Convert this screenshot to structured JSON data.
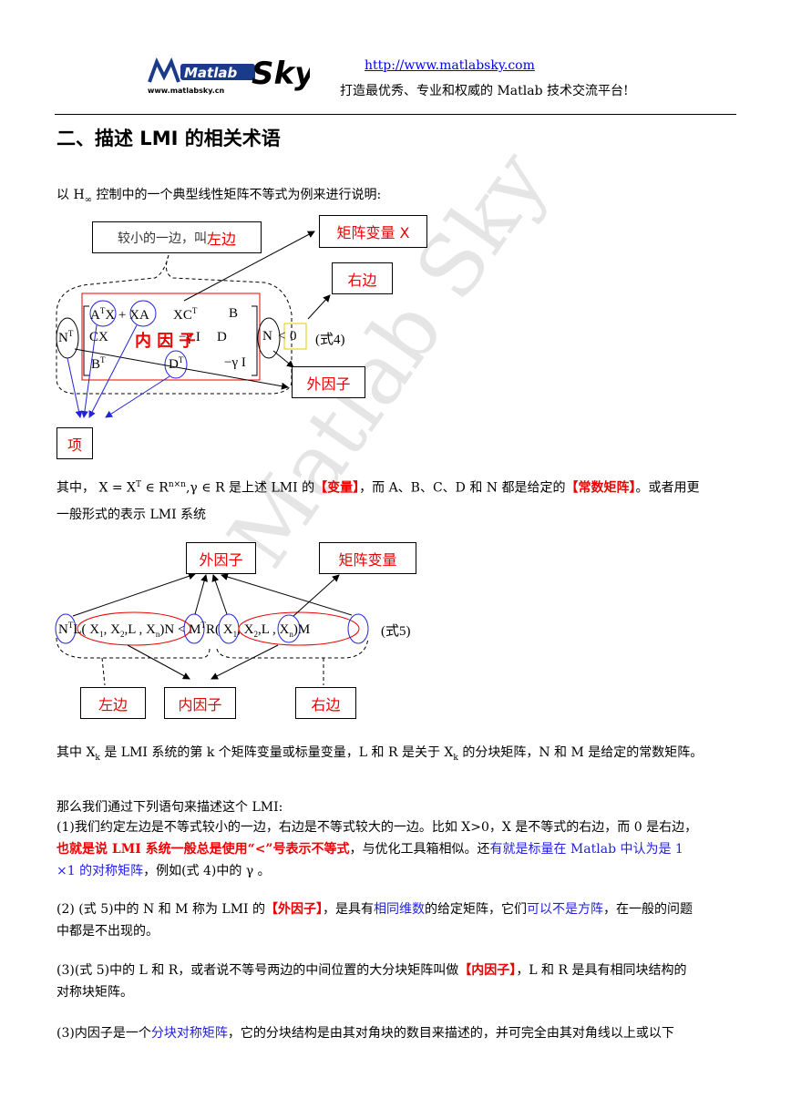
{
  "header": {
    "logo_text": "Matlab Sky",
    "logo_url_text": "www.matlabsky.cn",
    "url": "http://www.matlabsky.com",
    "slogan": "打造最优秀、专业和权威的 Matlab 技术交流平台!"
  },
  "section_title": "二、描述 LMI 的相关术语",
  "intro": {
    "pre": "以 H",
    "sub": "∞",
    "post": " 控制中的一个典型线性矩阵不等式为例来进行说明:"
  },
  "diagram1": {
    "box_left_prefix": "较小的一边，叫",
    "box_left_highlight": "左边",
    "box_matrix_var": "矩阵变量 X",
    "box_right": "右边",
    "box_outer_factor": "外因子",
    "box_term": "项",
    "inner_factor_label": "内 因 子",
    "eq_label": "(式4)",
    "cells": {
      "r1c1": "A",
      "r1c1_sup": "T",
      "r1c1b": "X + XA",
      "r1c2": "XC",
      "r1c2_sup": "T",
      "r1c3": "B",
      "r2c1": "CX",
      "r2c2": "−γ I",
      "r2c3": "D",
      "r3c1": "B",
      "r3c1_sup": "T",
      "r3c2": "D",
      "r3c2_sup": "T",
      "r3c3": "−γ I",
      "left_n": "N",
      "left_n_sup": "T",
      "right_n": "N",
      "lt": "<",
      "zero": "0"
    }
  },
  "para1": {
    "pre": "其中， X = X",
    "sup1": "T",
    "mid1": " ∈ R",
    "sup2": "n×n",
    "mid2": ",γ ∈ R 是上述 LMI 的",
    "h1": "【变量】",
    "mid3": "，而 A、B、C、D 和 N 都是给定的",
    "h2": "【常数矩阵】",
    "post": "。或者用更",
    "line2": "一般形式的表示 LMI 系统"
  },
  "diagram2": {
    "box_outer_factor": "外因子",
    "box_matrix_var": "矩阵变量",
    "box_left": "左边",
    "box_inner_factor": "内因子",
    "box_right": "右边",
    "expr_left": "N",
    "expr_left_sup": "T",
    "expr_l": "L( X",
    "expr_l_rest": ", X",
    "expr_l_dots": ",L  , X",
    "expr_mid": ")N < M",
    "expr_mid_sup": "T",
    "expr_r": "R( X",
    "expr_r_rest": ", X",
    "expr_r_dots": ",L  , X",
    "expr_end": ")M",
    "sub1": "1",
    "sub2": "2",
    "subn": "n",
    "eq_label": "(式5)"
  },
  "para2": {
    "pre": "其中 X",
    "sub1": "k",
    "mid": " 是 LMI 系统的第 k 个矩阵变量或标量变量，L 和 R 是关于 X",
    "sub2": "k",
    "post": " 的分块矩阵，N 和 M 是给定的常数矩阵。"
  },
  "para3": {
    "line1": "那么我们通过下列语句来描述这个 LMI:",
    "l2a": "(1)我们约定左边是不等式较小的一边，右边是不等式较大的一边。比如 X>0，X 是不等式的右边，而 0 是右边，",
    "l3_red": "也就是说 LMI 系统一般总是使用“<”号表示不等式",
    "l3_mid": "，与优化工具箱相似。还",
    "l3_blue": "有就是标量在 Matlab 中认为是 1",
    "l4_blue": "×1 的对称矩阵",
    "l4_post": "，例如(式 4)中的 γ 。"
  },
  "para4": {
    "pre": "(2) (式 5)中的 N 和 M 称为 LMI 的",
    "h": "【外因子】",
    "mid1": "，是具有",
    "b1": "相同维数",
    "mid2": "的给定矩阵，它们",
    "b2": "可以不是方阵",
    "post": "，在一般的问题",
    "line2": "中都是不出现的。"
  },
  "para5": {
    "pre": "(3)(式 5)中的 L 和 R，或者说不等号两边的中间位置的大分块矩阵叫做",
    "h": "【内因子】",
    "post": "，L 和 R 是具有相同块结构的",
    "line2": "对称块矩阵。"
  },
  "para6": {
    "pre": "(3)内因子是一个",
    "b": "分块对称矩阵",
    "post": "，它的分块结构是由其对角块的数目来描述的，并可完全由其对角线以上或以下"
  },
  "watermark": "Matlab Sky"
}
